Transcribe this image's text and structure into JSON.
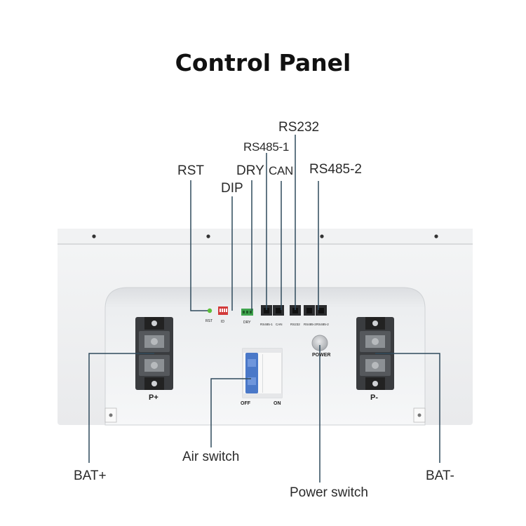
{
  "title": "Control Panel",
  "callouts": {
    "rst": "RST",
    "dip": "DIP",
    "dry": "DRY",
    "can": "CAN",
    "rs485_1": "RS485-1",
    "rs232": "RS232",
    "rs485_2": "RS485-2",
    "bat_plus": "BAT+",
    "bat_minus": "BAT-",
    "air_switch": "Air switch",
    "power_switch": "Power switch"
  },
  "panel_labels": {
    "rst": "RST",
    "id": "ID",
    "dry": "DRY",
    "rs485_1": "RS485-1",
    "can": "CAN",
    "rs232": "RS232",
    "rs485_2_a": "RS485-2",
    "rs485_2_b": "RS485-2",
    "power": "POWER",
    "p_plus": "P+",
    "p_minus": "P-",
    "off": "OFF",
    "on": "ON"
  },
  "colors": {
    "leader_line": "#2f4a5c",
    "breaker_handle": "#4a78c8",
    "led": "#5bbf3a",
    "dip_switch": "#d23a3a",
    "dry_connector": "#3fa34d"
  }
}
